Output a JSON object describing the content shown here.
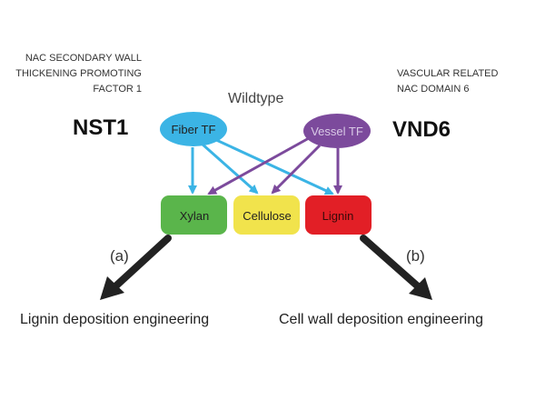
{
  "left_gene": {
    "full_name_lines": [
      "NAC SECONDARY WALL",
      "THICKENING PROMOTING",
      "FACTOR 1"
    ],
    "abbrev": "NST1"
  },
  "right_gene": {
    "full_name_lines": [
      "VASCULAR RELATED",
      "NAC DOMAIN 6"
    ],
    "abbrev": "VND6"
  },
  "center_label": "Wildtype",
  "regulators": {
    "fiber": {
      "label": "Fiber TF",
      "color": "#3bb4e5"
    },
    "vessel": {
      "label": "Vessel TF",
      "color": "#7c4a9c"
    }
  },
  "targets": {
    "xylan": {
      "label": "Xylan",
      "color": "#5ab54b"
    },
    "cellulose": {
      "label": "Cellulose",
      "color": "#f1e34c"
    },
    "lignin": {
      "label": "Lignin",
      "color": "#e21f26"
    }
  },
  "branches": {
    "a": {
      "letter": "(a)",
      "text": "Lignin deposition engineering"
    },
    "b": {
      "letter": "(b)",
      "text": "Cell wall deposition engineering"
    }
  }
}
